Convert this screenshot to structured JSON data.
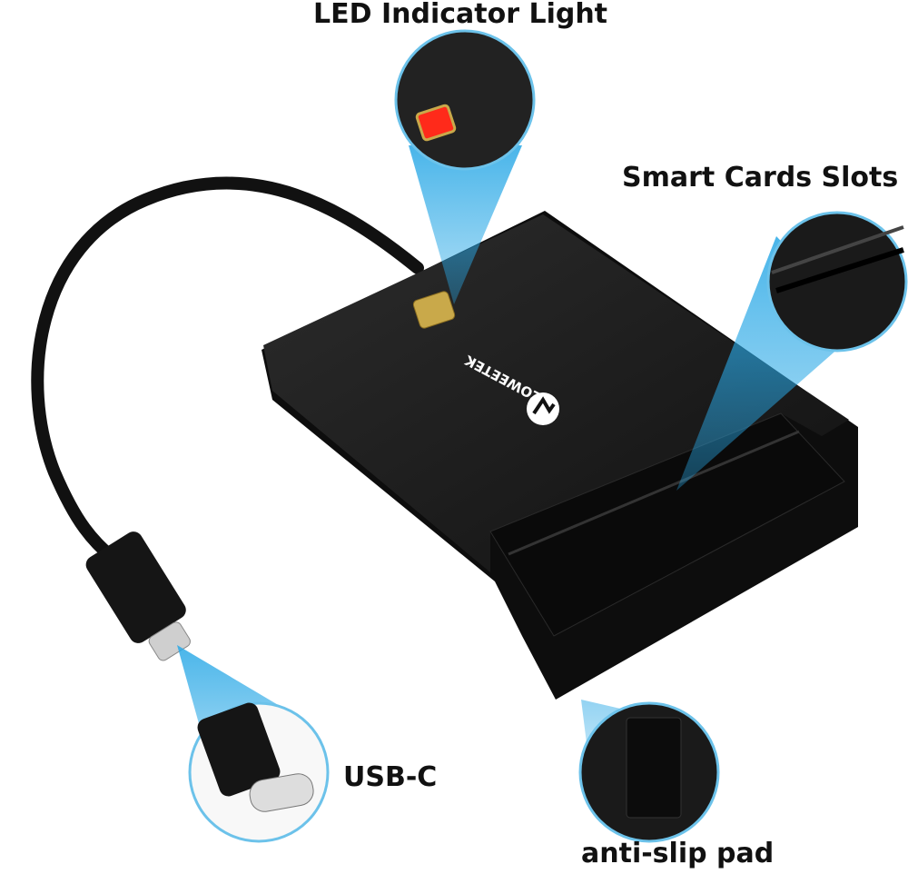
{
  "labels": {
    "led": "LED Indicator Light",
    "slots": "Smart Cards Slots",
    "usbc": "USB-C",
    "antislip": "anti-slip pad"
  },
  "brand": "ZOWEETEK",
  "colors": {
    "device": "#1a1a1a",
    "callout_blue": "#29a8e6",
    "circle_border": "#6cc2ea",
    "led_red": "#ff2a1a",
    "chip_gold": "#c9a94a"
  }
}
